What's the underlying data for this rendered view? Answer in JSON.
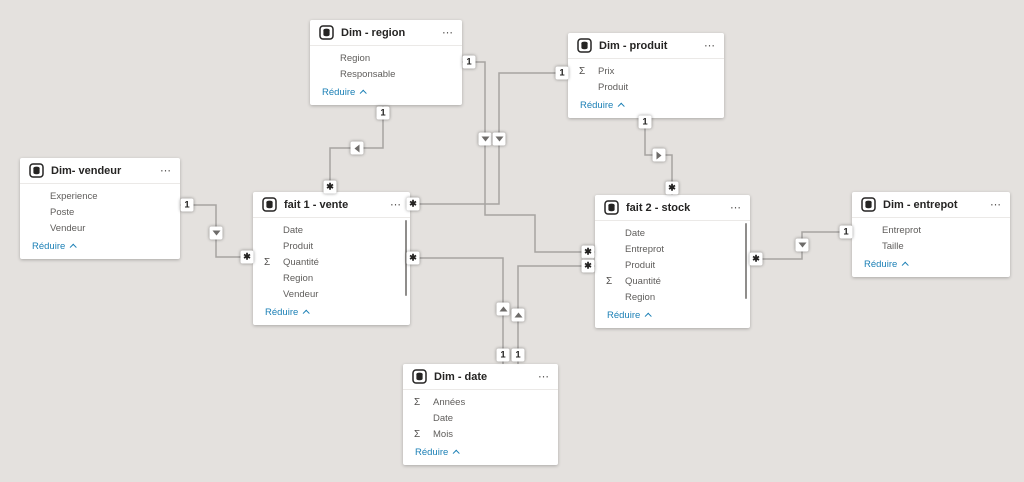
{
  "colors": {
    "background": "#e4e1de",
    "card": "#ffffff",
    "title_text": "#252423",
    "field_text": "#5f5d5b",
    "link_accent": "#1a7fb5",
    "relationship_line": "#a6a4a1"
  },
  "icons": {
    "more": "⋯",
    "sigma": "Σ"
  },
  "tables": {
    "region": {
      "title": "Dim - region",
      "collapse_label": "Réduire",
      "fields": [
        {
          "name": "Region"
        },
        {
          "name": "Responsable"
        }
      ]
    },
    "produit": {
      "title": "Dim - produit",
      "collapse_label": "Réduire",
      "fields": [
        {
          "sigma": "Σ",
          "name": "Prix"
        },
        {
          "name": "Produit"
        }
      ]
    },
    "vendeur": {
      "title": "Dim- vendeur",
      "collapse_label": "Réduire",
      "fields": [
        {
          "name": "Experience"
        },
        {
          "name": "Poste"
        },
        {
          "name": "Vendeur"
        }
      ]
    },
    "vente": {
      "title": "fait 1 - vente",
      "collapse_label": "Réduire",
      "fields": [
        {
          "name": "Date"
        },
        {
          "name": "Produit"
        },
        {
          "sigma": "Σ",
          "name": "Quantité"
        },
        {
          "name": "Region"
        },
        {
          "name": "Vendeur"
        }
      ]
    },
    "stock": {
      "title": "fait 2 - stock",
      "collapse_label": "Réduire",
      "fields": [
        {
          "name": "Date"
        },
        {
          "name": "Entreprot"
        },
        {
          "name": "Produit"
        },
        {
          "sigma": "Σ",
          "name": "Quantité"
        },
        {
          "name": "Region"
        }
      ]
    },
    "entrepot": {
      "title": "Dim - entrepot",
      "collapse_label": "Réduire",
      "fields": [
        {
          "name": "Entreprot"
        },
        {
          "name": "Taille"
        }
      ]
    },
    "date": {
      "title": "Dim - date",
      "collapse_label": "Réduire",
      "fields": [
        {
          "sigma": "Σ",
          "name": "Années"
        },
        {
          "name": "Date"
        },
        {
          "sigma": "Σ",
          "name": "Mois"
        }
      ]
    }
  },
  "relationships": [
    {
      "from": "Dim - region",
      "to": "fait 1 - vente",
      "one": "1",
      "many": "✱"
    },
    {
      "from": "Dim - region",
      "to": "fait 2 - stock",
      "one": "1",
      "many": "✱"
    },
    {
      "from": "Dim - produit",
      "to": "fait 1 - vente",
      "one": "1",
      "many": "✱"
    },
    {
      "from": "Dim - produit",
      "to": "fait 2 - stock",
      "one": "1",
      "many": "✱"
    },
    {
      "from": "Dim- vendeur",
      "to": "fait 1 - vente",
      "one": "1",
      "many": "✱"
    },
    {
      "from": "Dim - entrepot",
      "to": "fait 2 - stock",
      "one": "1",
      "many": "✱"
    },
    {
      "from": "Dim - date",
      "to": "fait 1 - vente",
      "one": "1",
      "many": "✱"
    },
    {
      "from": "Dim - date",
      "to": "fait 2 - stock",
      "one": "1",
      "many": "✱"
    }
  ]
}
